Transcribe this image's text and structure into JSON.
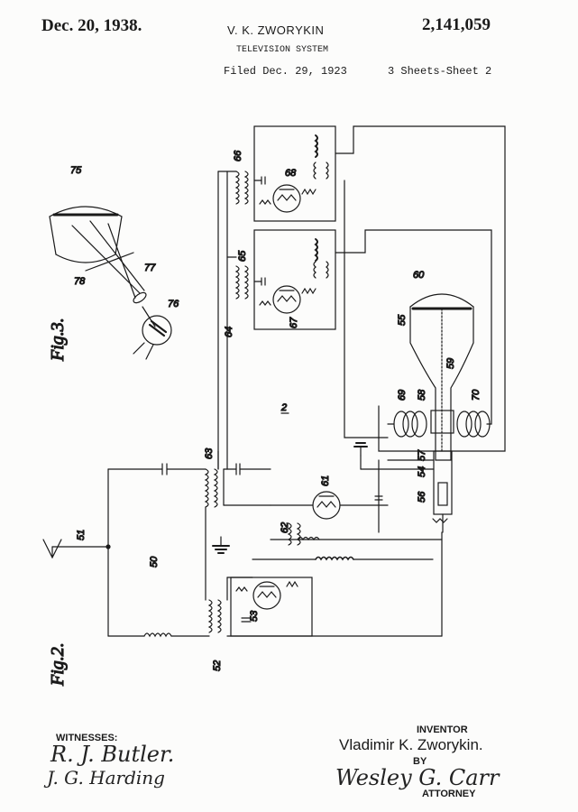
{
  "header": {
    "date": "Dec. 20, 1938.",
    "inventor": "V. K. ZWORYKIN",
    "patent_number": "2,141,059",
    "title": "TELEVISION SYSTEM",
    "filed": "Filed Dec. 29, 1923",
    "sheets": "3 Sheets-Sheet 2"
  },
  "figures": {
    "fig3": "Fig.3.",
    "fig2": "Fig.2."
  },
  "labels": {
    "l75": "75",
    "l77": "77",
    "l78": "78",
    "l76": "76",
    "l66": "66",
    "l68": "68",
    "l65": "65",
    "l67": "67",
    "l64": "64",
    "l2": "2",
    "l60": "60",
    "l55": "55",
    "l59": "59",
    "l58": "58",
    "l69": "69",
    "l70": "70",
    "l63": "63",
    "l57": "57",
    "l54": "54",
    "l56": "56",
    "l61": "61",
    "l62": "62",
    "l51": "51",
    "l50": "50",
    "l53": "53",
    "l52": "52"
  },
  "signatures": {
    "witnesses_heading": "WITNESSES:",
    "witness1": "R. J. Butler.",
    "witness2": "J. G. Harding",
    "inventor_heading": "INVENTOR",
    "inventor_name": "Vladimir K. Zworykin.",
    "by": "BY",
    "attorney_signature": "Wesley G. Carr",
    "attorney_heading": "ATTORNEY"
  }
}
